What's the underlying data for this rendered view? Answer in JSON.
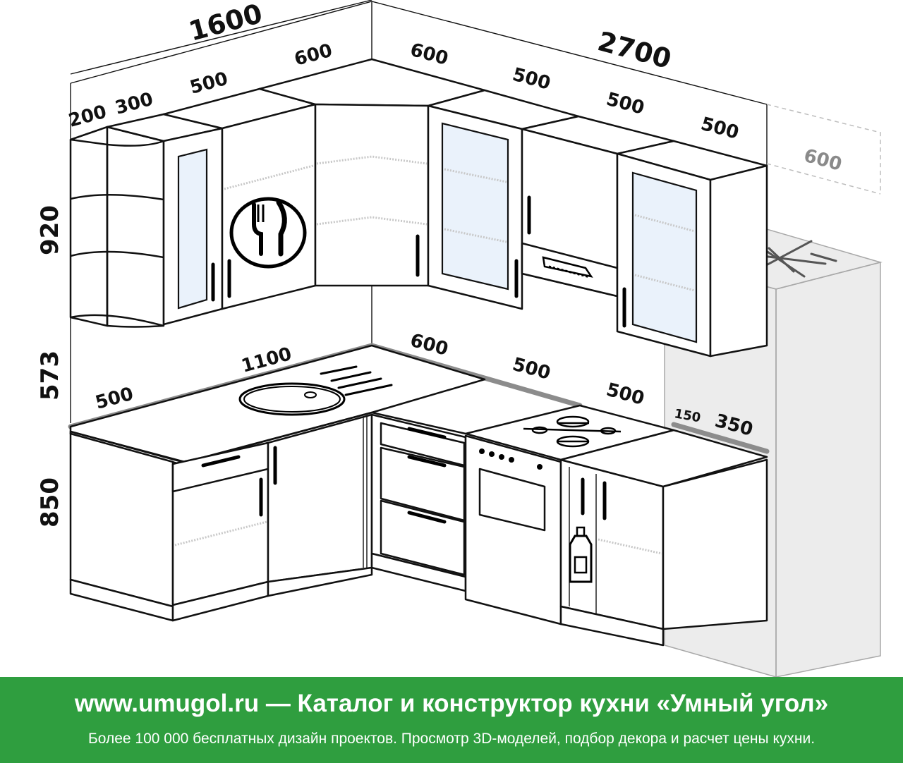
{
  "dimensions": {
    "upper_total_left": "1600",
    "upper_total_right": "2700",
    "upper_left_shelf": "200",
    "upper_left_glass": "300",
    "upper_left_cabinet": "500",
    "upper_corner_left": "600",
    "upper_corner_right": "600",
    "upper_right_glass": "500",
    "upper_right_hood": "500",
    "upper_right_end": "500",
    "fridge_depth": "600",
    "height_upper": "920",
    "height_gap": "573",
    "height_lower": "850",
    "counter_left_depth": "500",
    "counter_left_length": "1100",
    "counter_corner": "600",
    "counter_stove": "500",
    "counter_right": "500",
    "counter_gap": "150",
    "counter_end": "350"
  },
  "icons": {
    "plate": "fork-knife-plate-icon",
    "hood": "range-hood-icon",
    "fridge": "snowflake-icon",
    "bottle": "bottle-icon"
  },
  "banner": {
    "title": "www.umugol.ru — Каталог и конструктор кухни «Умный угол»",
    "subtitle": "Более 100 000 бесплатных дизайн проектов. Просмотр 3D-моделей, подбор декора и расчет цены кухни.",
    "color": "#2f9e3f"
  }
}
